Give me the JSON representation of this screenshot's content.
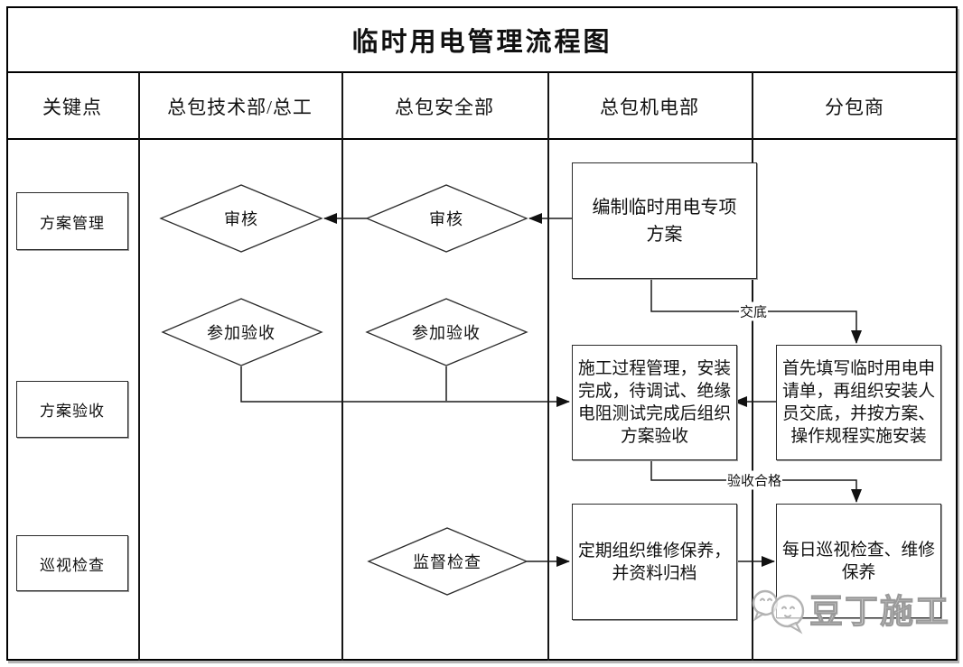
{
  "title": "临时用电管理流程图",
  "header": {
    "columns": [
      "关键点",
      "总包技术部/总工",
      "总包安全部",
      "总包机电部",
      "分包商"
    ]
  },
  "keypoints": {
    "plan_management": "方案管理",
    "plan_acceptance": "方案验收",
    "patrol_inspection": "巡视检查"
  },
  "nodes": {
    "review_tech": "审核",
    "review_safety": "审核",
    "prepare_plan": "编制临时用电专项方案",
    "join_acceptance_tech": "参加验收",
    "join_acceptance_safety": "参加验收",
    "construction_process": "施工过程管理，安装完成，待调试、绝缘电阻测试完成后组织方案验收",
    "apply_and_install": "首先填写临时用电申请单，再组织安装人员交底，并按方案、操作规程实施安装",
    "supervise_check": "监督检查",
    "periodic_maintenance": "定期组织维修保养，并资料归档",
    "daily_patrol": "每日巡视检查、维修保养"
  },
  "edge_labels": {
    "handover": "交底",
    "acceptance_passed": "验收合格"
  },
  "watermark": {
    "text": "豆丁施工"
  },
  "colors": {
    "line": "#1a1a1a",
    "border": "#000000",
    "watermark": "#b3b3b3",
    "background": "#ffffff"
  }
}
